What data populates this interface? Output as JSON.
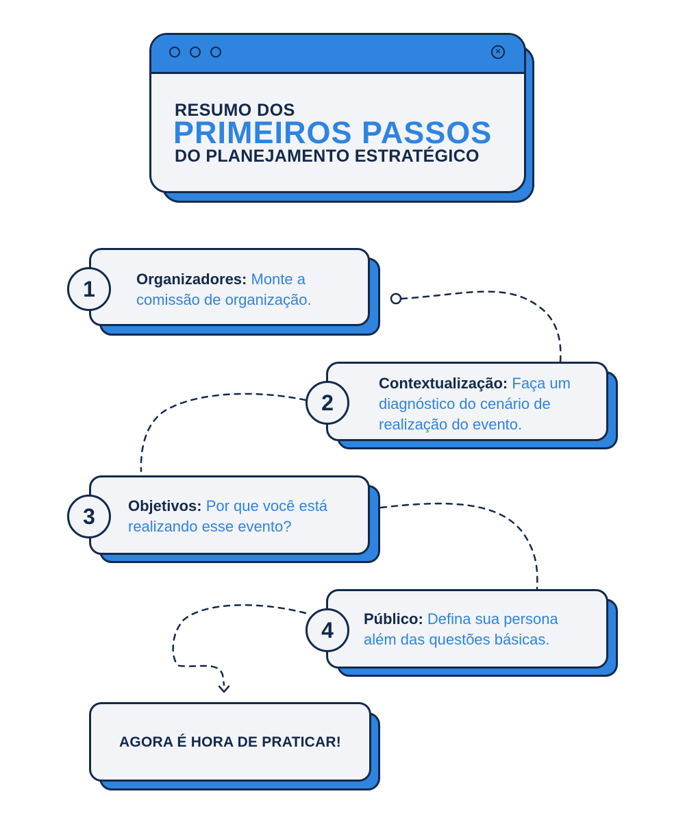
{
  "header": {
    "line1": "RESUMO DOS",
    "line2": "PRIMEIROS PASSOS",
    "line3": "DO PLANEJAMENTO ESTRATÉGICO"
  },
  "steps": [
    {
      "number": "1",
      "label": "Organizadores:",
      "text": "Monte a comissão de organização."
    },
    {
      "number": "2",
      "label": "Contextualização:",
      "text": "Faça um diagnóstico do cenário de realização do evento."
    },
    {
      "number": "3",
      "label": "Objetivos:",
      "text": "Por que você está realizando esse evento?"
    },
    {
      "number": "4",
      "label": "Público:",
      "text": "Defina sua persona além das questões básicas."
    }
  ],
  "final": {
    "text": "AGORA É HORA DE PRATICAR!"
  },
  "colors": {
    "navy": "#13294b",
    "blue": "#2f84e0",
    "card": "#f2f4f7"
  },
  "icons": [
    "window-dot-icon",
    "close-icon",
    "arrow-down-icon"
  ]
}
